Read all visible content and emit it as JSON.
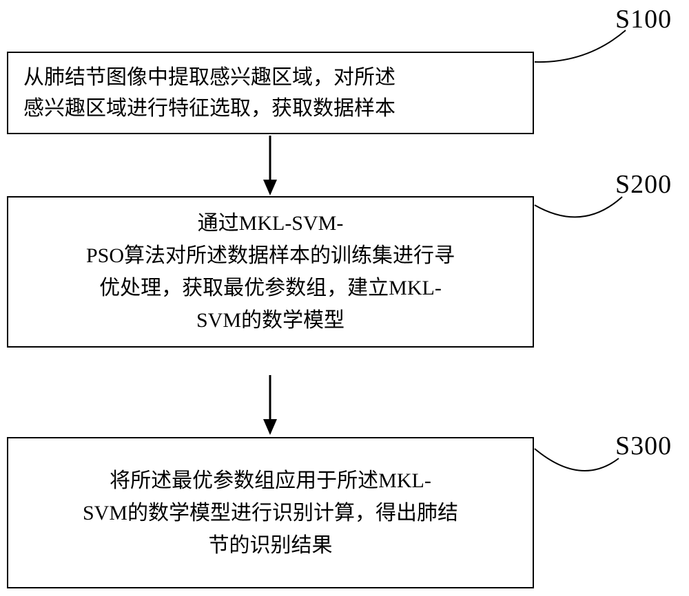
{
  "diagram": {
    "type": "flowchart",
    "colors": {
      "line": "#000000",
      "background": "#ffffff",
      "text": "#000000"
    },
    "steps": [
      {
        "label": "S100",
        "text": "从肺结节图像中提取感兴趣区域，对所述\n感兴趣区域进行特征选取，获取数据样本"
      },
      {
        "label": "S200",
        "text": "通过MKL-SVM-\nPSO算法对所述数据样本的训练集进行寻\n优处理，获取最优参数组，建立MKL-\nSVM的数学模型"
      },
      {
        "label": "S300",
        "text": "将所述最优参数组应用于所述MKL-\nSVM的数学模型进行识别计算，得出肺结\n节的识别结果"
      }
    ]
  }
}
